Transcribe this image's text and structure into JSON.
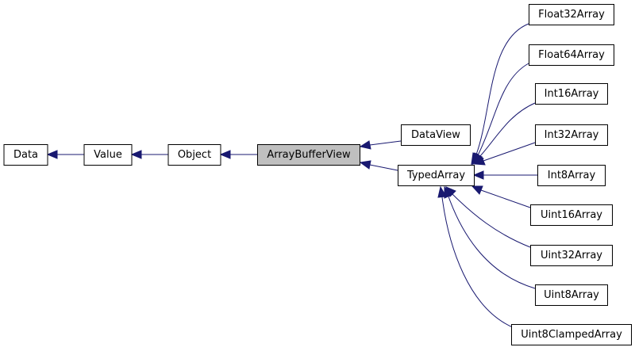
{
  "diagram": {
    "colors": {
      "edge": "#191970",
      "node_border": "#000000",
      "highlight_fill": "#bfbfbf",
      "background": "#ffffff"
    },
    "nodes": {
      "data": "Data",
      "value": "Value",
      "object": "Object",
      "array_buffer_view": "ArrayBufferView",
      "data_view": "DataView",
      "typed_array": "TypedArray",
      "float32_array": "Float32Array",
      "float64_array": "Float64Array",
      "int16_array": "Int16Array",
      "int32_array": "Int32Array",
      "int8_array": "Int8Array",
      "uint16_array": "Uint16Array",
      "uint32_array": "Uint32Array",
      "uint8_array": "Uint8Array",
      "uint8_clamped_array": "Uint8ClampedArray"
    },
    "inheritance": [
      [
        "value",
        "data"
      ],
      [
        "object",
        "value"
      ],
      [
        "array_buffer_view",
        "object"
      ],
      [
        "data_view",
        "array_buffer_view"
      ],
      [
        "typed_array",
        "array_buffer_view"
      ],
      [
        "float32_array",
        "typed_array"
      ],
      [
        "float64_array",
        "typed_array"
      ],
      [
        "int16_array",
        "typed_array"
      ],
      [
        "int32_array",
        "typed_array"
      ],
      [
        "int8_array",
        "typed_array"
      ],
      [
        "uint16_array",
        "typed_array"
      ],
      [
        "uint32_array",
        "typed_array"
      ],
      [
        "uint8_array",
        "typed_array"
      ],
      [
        "uint8_clamped_array",
        "typed_array"
      ]
    ]
  }
}
